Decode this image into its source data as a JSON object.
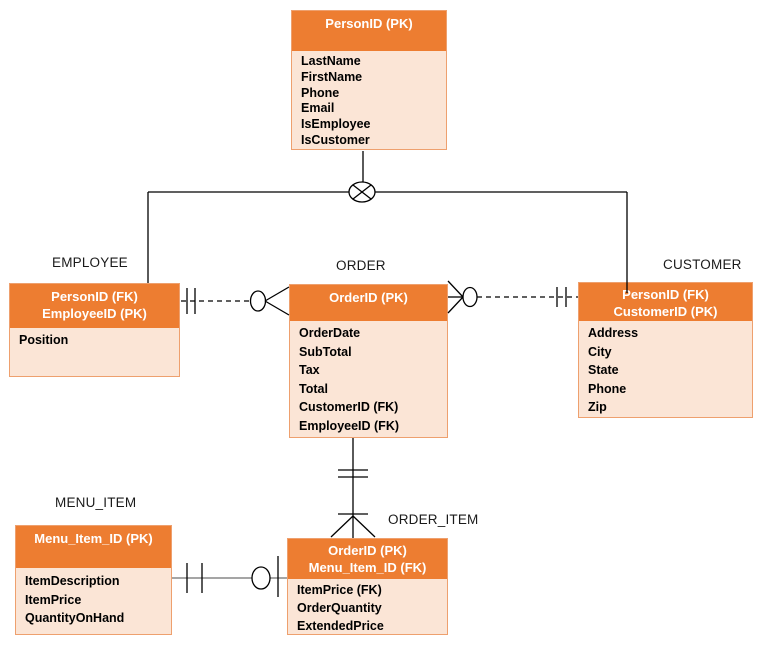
{
  "colors": {
    "header-bg": "#ED7D31",
    "body-bg": "#FBE5D6",
    "table-border": "#EEA06E",
    "header-text": "#FFFFFF",
    "body-text": "#000000",
    "connector": "#000000",
    "connector-gray": "#6F6F6F"
  },
  "tables": {
    "person": {
      "header_lines": [
        "PersonID (PK)"
      ],
      "fields": [
        "LastName",
        "FirstName",
        "Phone",
        "Email",
        "IsEmployee",
        "IsCustomer"
      ]
    },
    "employee": {
      "label": "EMPLOYEE",
      "header_lines": [
        "PersonID (FK)",
        "EmployeeID (PK)"
      ],
      "fields": [
        "Position"
      ]
    },
    "order": {
      "label": "ORDER",
      "header_lines": [
        "OrderID (PK)"
      ],
      "fields": [
        "OrderDate",
        "SubTotal",
        "Tax",
        "Total",
        "CustomerID (FK)",
        "EmployeeID (FK)"
      ]
    },
    "customer": {
      "label": "CUSTOMER",
      "header_lines": [
        "PersonID (FK)",
        "CustomerID (PK)"
      ],
      "fields": [
        "Address",
        "City",
        "State",
        "Phone",
        "Zip"
      ]
    },
    "menu_item": {
      "label": "MENU_ITEM",
      "header_lines": [
        "Menu_Item_ID (PK)"
      ],
      "fields": [
        "ItemDescription",
        "ItemPrice",
        "QuantityOnHand"
      ]
    },
    "order_item": {
      "label": "ORDER_ITEM",
      "header_lines": [
        "OrderID (PK)",
        "Menu_Item_ID (FK)"
      ],
      "fields": [
        "ItemPrice (FK)",
        "OrderQuantity",
        "ExtendedPrice"
      ]
    }
  },
  "relationships": [
    {
      "from": "PERSON",
      "to": "EMPLOYEE / CUSTOMER",
      "type": "exclusive-or subtype",
      "symbol": "circle-with-x",
      "line": "solid"
    },
    {
      "from": "EMPLOYEE",
      "to": "ORDER",
      "from_end": "one-and-only-one",
      "to_end": "zero-or-many",
      "line": "dashed"
    },
    {
      "from": "CUSTOMER",
      "to": "ORDER",
      "from_end": "one-and-only-one",
      "to_end": "zero-or-many",
      "line": "dashed"
    },
    {
      "from": "ORDER",
      "to": "ORDER_ITEM",
      "from_end": "one-and-only-one",
      "to_end": "one-or-many",
      "line": "solid"
    },
    {
      "from": "MENU_ITEM",
      "to": "ORDER_ITEM",
      "from_end": "one-and-only-one",
      "to_end": "zero-or-one",
      "line": "solid"
    }
  ]
}
